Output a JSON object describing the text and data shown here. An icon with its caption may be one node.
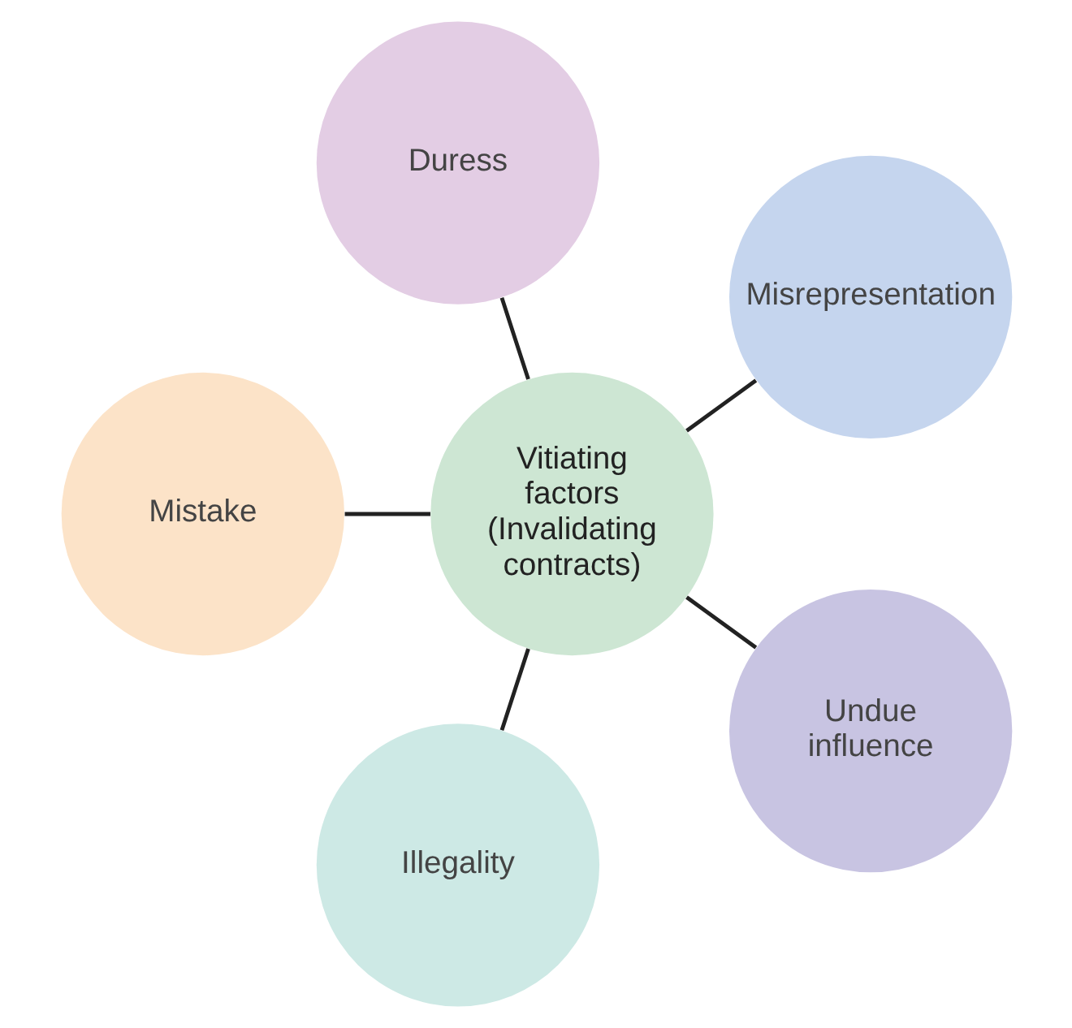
{
  "diagram": {
    "nodes": [
      {
        "text": [
          "Vitiating factors (Invalidating contracts)"
        ]
      },
      {
        "text": [
          "Misrepresentation"
        ]
      },
      {
        "text": [
          "Duress"
        ]
      },
      {
        "text": [
          "Mistake"
        ]
      },
      {
        "text": [
          "Illegality"
        ]
      },
      {
        "text": [
          "Undue influence"
        ]
      }
    ],
    "edges": [
      {
        "from": 0,
        "to": 1,
        "arrow": "none"
      },
      {
        "from": 0,
        "to": 2,
        "arrow": "none"
      },
      {
        "from": 0,
        "to": 3,
        "arrow": "none"
      },
      {
        "from": 0,
        "to": 4,
        "arrow": "none"
      },
      {
        "from": 0,
        "to": 5,
        "arrow": "none"
      }
    ]
  }
}
